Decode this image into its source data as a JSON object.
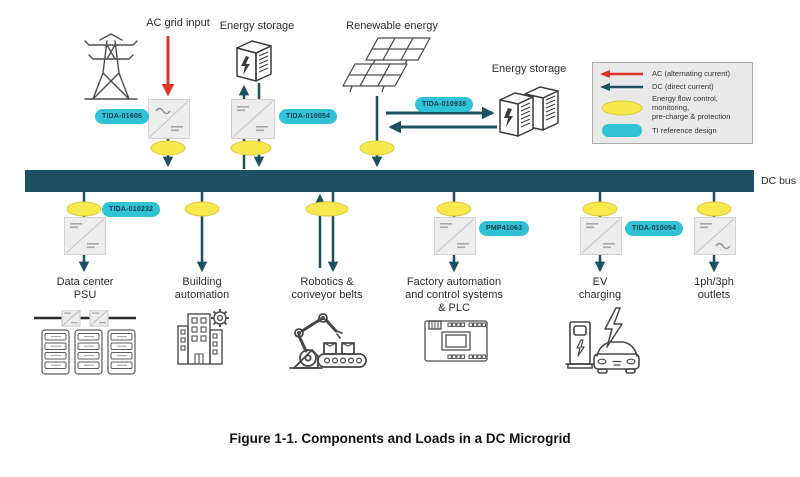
{
  "diagram": {
    "caption": "Figure 1-1. Components and Loads in a DC Microgrid",
    "bus_label": "DC bus",
    "colors": {
      "dc_teal": "#1b5162",
      "ac_red": "#e0352b",
      "reference_design_cyan": "#31c3d5",
      "energy_flow_yellow": "#f7e84e",
      "legend_background": "#e9e9e9",
      "converter_gray": "#ededed"
    },
    "sources": {
      "ac_grid": {
        "label": "AC grid input",
        "badge": "TIDA-01606",
        "icon": "transmission-tower-icon"
      },
      "energy_storage_left": {
        "label": "Energy storage",
        "badge": "TIDA-010054",
        "icon": "energy-storage-unit-icon"
      },
      "renewable": {
        "label": "Renewable energy",
        "badge": "TIDA-010938",
        "icon": "solar-panels-icon"
      },
      "energy_storage_right": {
        "label": "Energy storage",
        "icon": "energy-storage-cabinets-icon"
      }
    },
    "legend": {
      "items": [
        {
          "symbol": "ac-arrow",
          "label": "AC (alternating current)"
        },
        {
          "symbol": "dc-arrow",
          "label": "DC (direct current)"
        },
        {
          "symbol": "energy-flow-ellipse",
          "label": "Energy flow control, monitoring,\npre-charge & protection"
        },
        {
          "symbol": "reference-design-badge",
          "label": "TI reference design"
        }
      ]
    },
    "loads": [
      {
        "label": "Data center\nPSU",
        "badge": "TIDA-010232",
        "icon": "server-racks-icon"
      },
      {
        "label": "Building\nautomation",
        "badge": "",
        "icon": "building-automation-icon"
      },
      {
        "label": "Robotics &\nconveyor belts",
        "badge": "",
        "icon": "robot-arm-conveyor-icon"
      },
      {
        "label": "Factory automation\nand control systems\n& PLC",
        "badge": "PMP41063",
        "icon": "plc-icon"
      },
      {
        "label": "EV\ncharging",
        "badge": "TIDA-010054",
        "icon": "ev-charging-icon"
      },
      {
        "label": "1ph/3ph\noutlets",
        "badge": "",
        "icon": ""
      }
    ]
  }
}
